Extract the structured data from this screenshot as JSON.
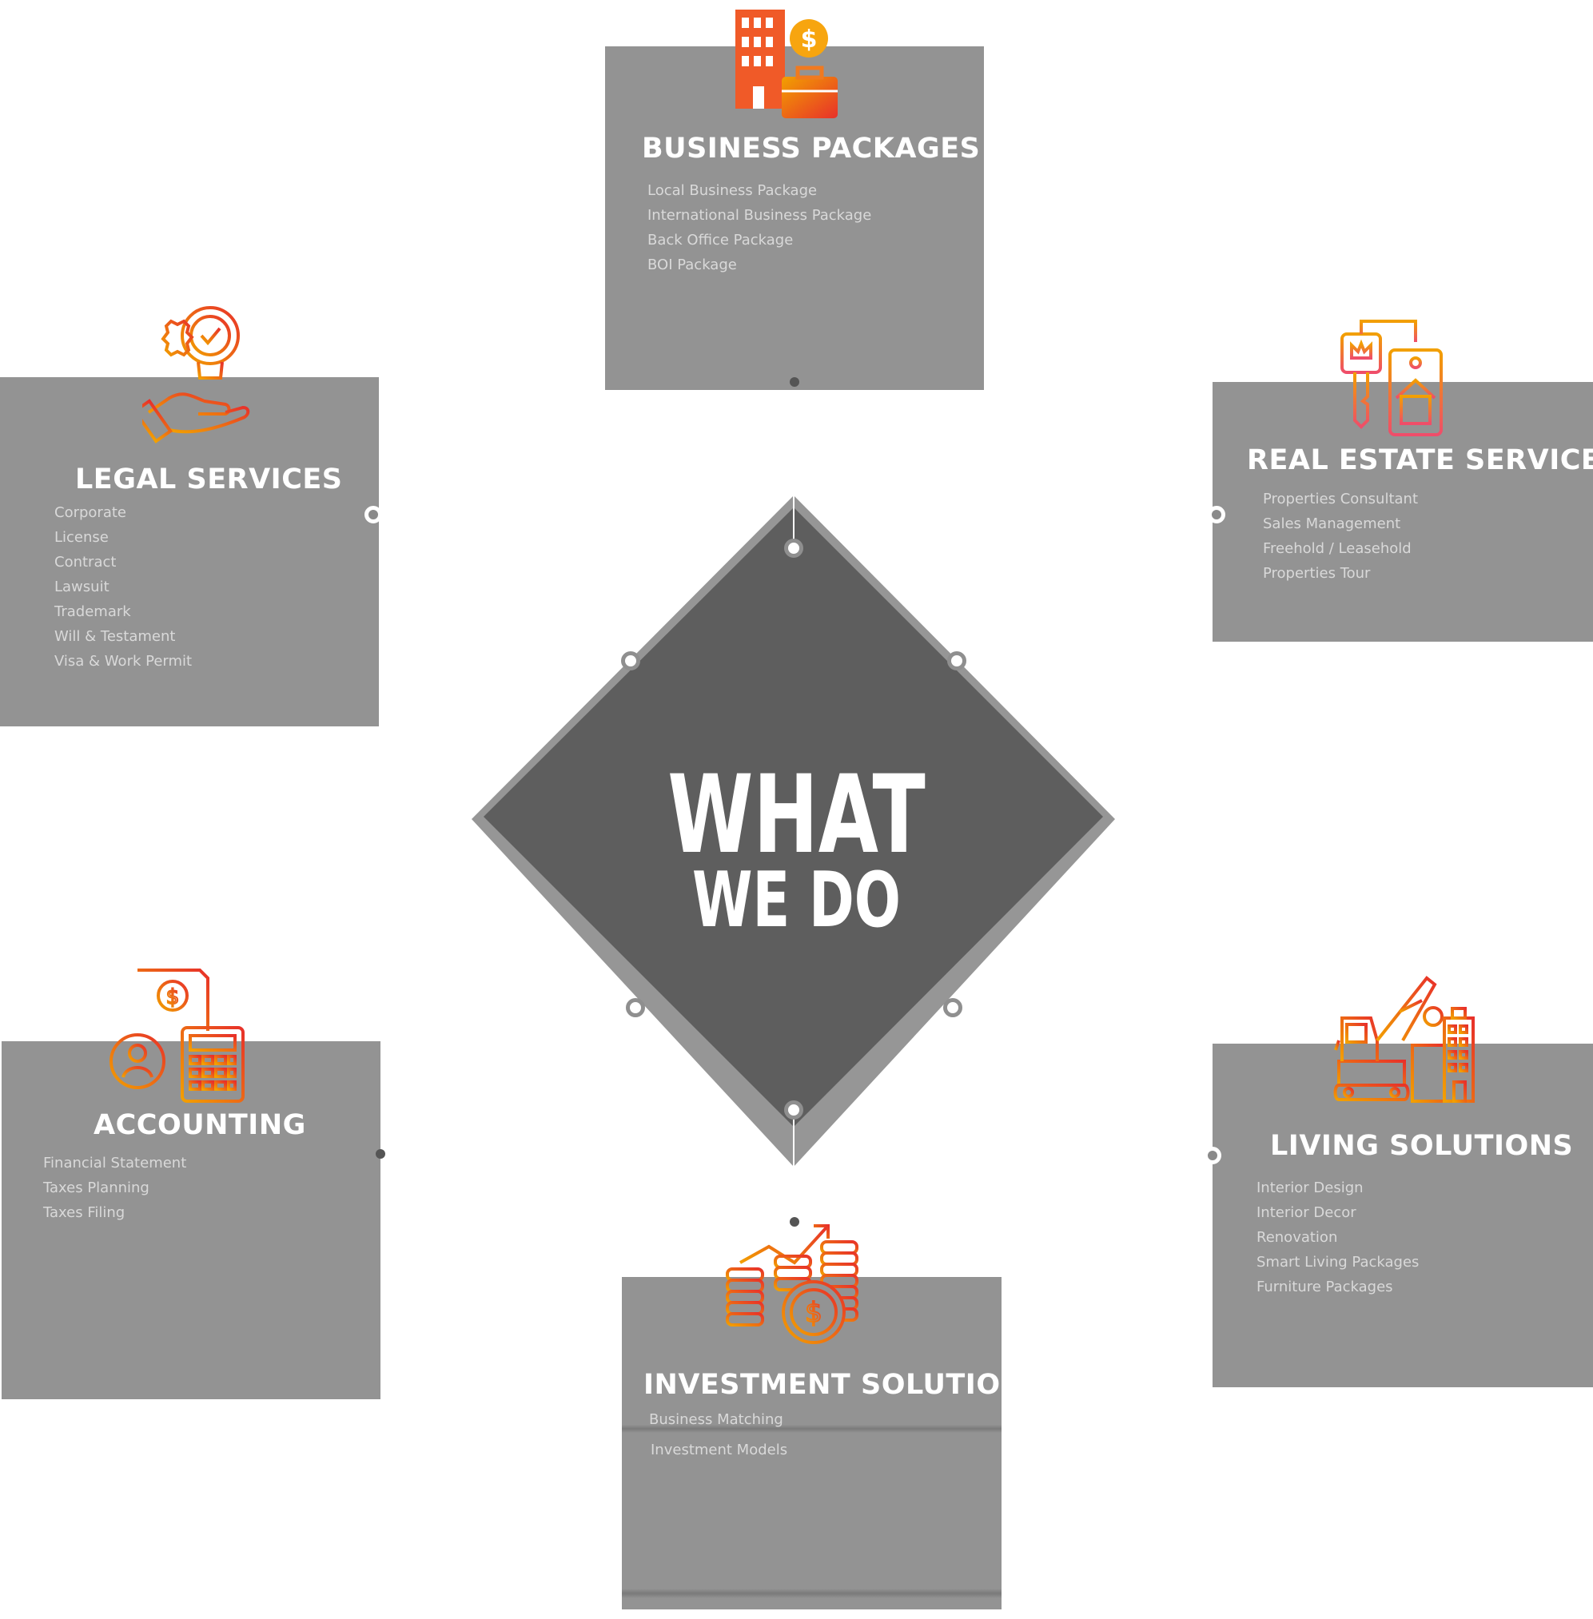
{
  "center": {
    "line1": "WHAT",
    "line2": "WE DO"
  },
  "colors": {
    "card": "#939393",
    "diamond_inner": "#5e5e5e",
    "diamond_outer": "#969696",
    "accent_start": "#f2a000",
    "accent_end": "#e8312a"
  },
  "cards": {
    "business": {
      "title": "BUSINESS PACKAGES",
      "icon": "office-building-money-icon",
      "items": [
        "Local Business Package",
        "International Business Package",
        "Back Office Package",
        "BOI Package"
      ]
    },
    "legal": {
      "title": "LEGAL SERVICES",
      "icon": "hand-lightbulb-gear-icon",
      "items": [
        "Corporate",
        "License",
        "Contract",
        "Lawsuit",
        "Trademark",
        "Will & Testament",
        "Visa & Work Permit"
      ]
    },
    "real_estate": {
      "title": "REAL ESTATE SERVICES",
      "icon": "house-key-tag-icon",
      "items": [
        "Properties Consultant",
        "Sales Management",
        "Freehold / Leasehold",
        "Properties Tour"
      ]
    },
    "accounting": {
      "title": "ACCOUNTING",
      "icon": "invoice-calculator-icon",
      "items": [
        "Financial Statement",
        "Taxes Planning",
        "Taxes Filing"
      ]
    },
    "living": {
      "title": "LIVING SOLUTIONS",
      "icon": "crane-construction-icon",
      "items": [
        "Interior Design",
        "Interior Decor",
        "Renovation",
        "Smart Living Packages",
        "Furniture Packages"
      ]
    },
    "investment": {
      "title": "INVESTMENT SOLUTION",
      "icon": "coins-growth-chart-icon",
      "items": [
        "Business Matching",
        "Investment Models"
      ]
    }
  }
}
